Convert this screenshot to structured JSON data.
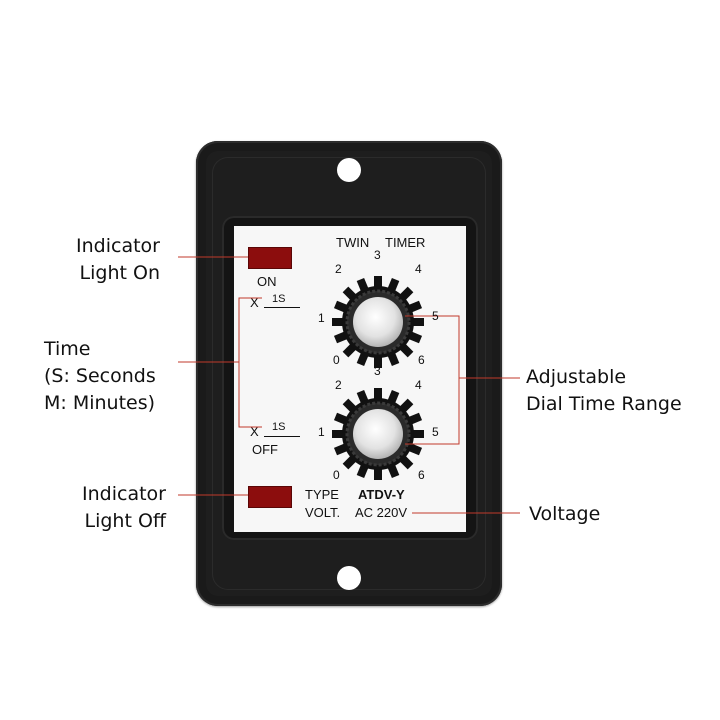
{
  "callouts": {
    "indicator_on": [
      "Indicator",
      "Light On"
    ],
    "time": [
      "Time",
      "(S: Seconds",
      "M: Minutes)"
    ],
    "indicator_off": [
      "Indicator",
      "Light Off"
    ],
    "dial_range": [
      "Adjustable",
      "Dial Time Range"
    ],
    "voltage": [
      "Voltage"
    ]
  },
  "panel": {
    "title_left": "TWIN",
    "title_right": "TIMER",
    "on_label": "ON",
    "off_label": "OFF",
    "time_top": {
      "prefix": "X",
      "unit": "1S"
    },
    "time_bottom": {
      "prefix": "X",
      "unit": "1S"
    },
    "type_label": "TYPE",
    "type_value": "ATDV-Y",
    "volt_label": "VOLT.",
    "volt_value": "AC 220V"
  },
  "dials": [
    {
      "name": "on-dial",
      "scale": [
        "0",
        "1",
        "2",
        "3",
        "4",
        "5",
        "6"
      ]
    },
    {
      "name": "off-dial",
      "scale": [
        "0",
        "1",
        "2",
        "3",
        "4",
        "5",
        "6"
      ]
    }
  ],
  "colors": {
    "leader_line": "#c0392b",
    "indicator": "#8c0d0d",
    "housing": "#1e1e1e",
    "panel": "#f7f7f7"
  }
}
